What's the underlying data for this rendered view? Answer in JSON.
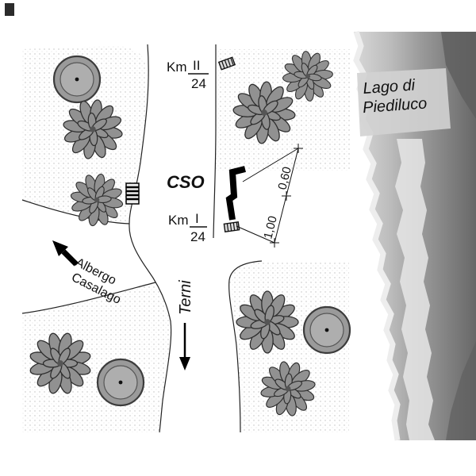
{
  "map": {
    "lake": {
      "label_line1": "Lago di",
      "label_line2": "Piediluco"
    },
    "cso": {
      "label": "CSO"
    },
    "road": {
      "destination_label": "Terni"
    },
    "albergo": {
      "label_line1": "Albergo",
      "label_line2": "Casalago"
    },
    "km_upper": {
      "prefix": "Km",
      "numerator": "II",
      "denominator": "24"
    },
    "km_lower": {
      "prefix": "Km",
      "numerator": "I",
      "denominator": "24"
    },
    "dimensions": {
      "upper": "0,60",
      "lower": "1,00"
    },
    "colors": {
      "foliage": "#919191",
      "outline": "#2e2e2e",
      "lake_light": "#d8d8d8",
      "lake_dark": "#686868",
      "stipple_dot": "#bfbfbf",
      "ink": "#111111"
    }
  }
}
